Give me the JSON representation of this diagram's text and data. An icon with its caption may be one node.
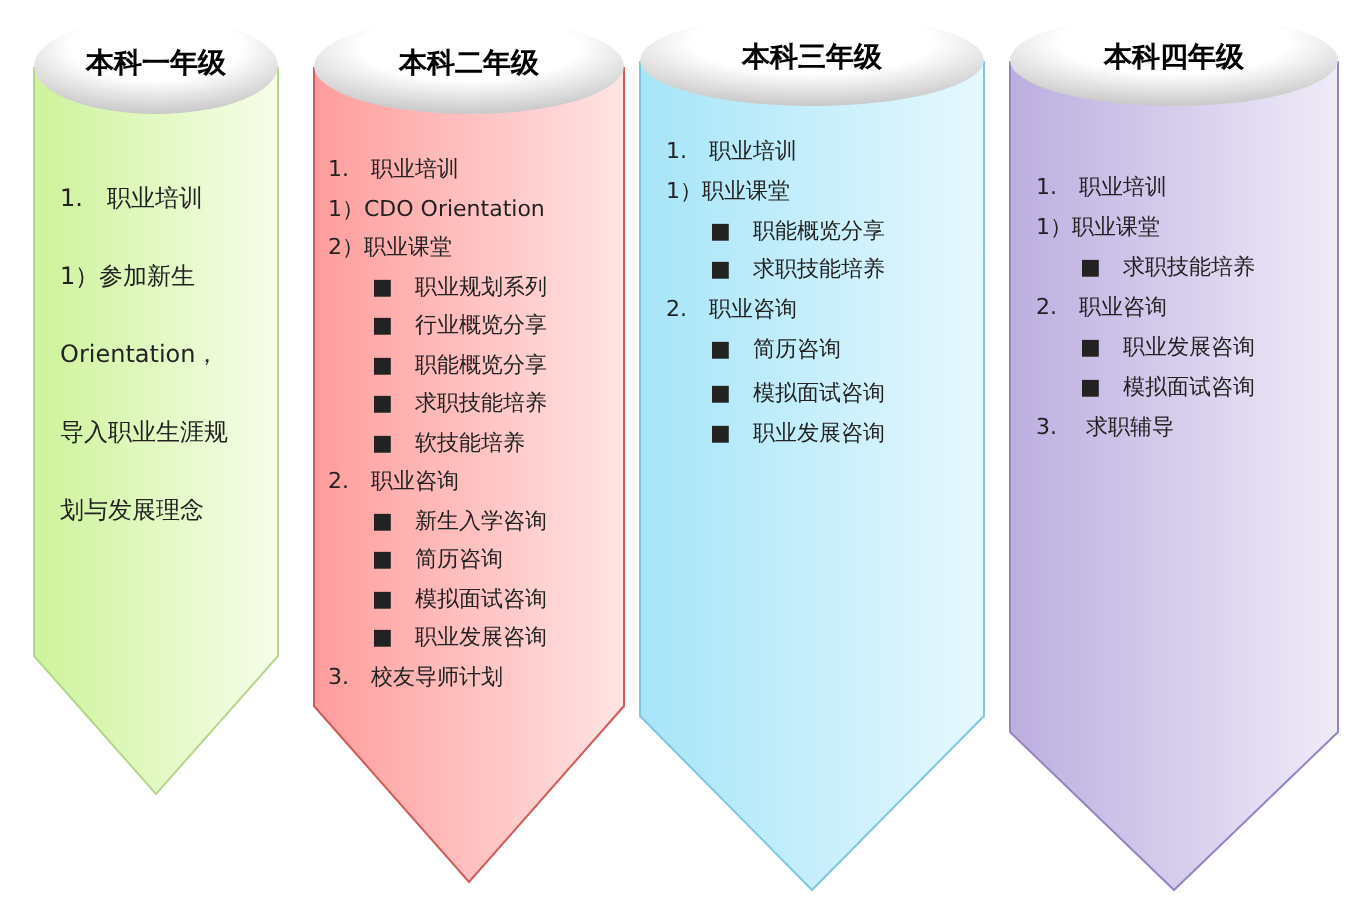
{
  "diagram": {
    "nodes": [
      {
        "text": [
          "本科一年级"
        ]
      },
      {
        "text": [
          "1.　职业培训",
          "1）参加新生Orientation，导入职业生涯规划与发展理念"
        ]
      },
      {
        "text": [
          "本科二年级"
        ]
      },
      {
        "text": [
          "1.　职业培训",
          "1）CDO Orientation",
          "2）职业课堂",
          "■　职业规划系列",
          "■　行业概览分享",
          "■　职能概览分享",
          "■　求职技能培养",
          "■　软技能培养",
          "2.　职业咨询",
          "■　新生入学咨询",
          "■　简历咨询",
          "■　模拟面试咨询",
          "■　职业发展咨询",
          "3.　校友导师计划"
        ]
      },
      {
        "text": [
          "本科三年级"
        ]
      },
      {
        "text": [
          "1.　职业培训",
          "1）职业课堂",
          "■　职能概览分享",
          "■　求职技能培养",
          "2.　职业咨询",
          "■　简历咨询",
          "■　模拟面试咨询",
          "■　职业发展咨询"
        ]
      },
      {
        "text": [
          "本科四年级"
        ]
      },
      {
        "text": [
          "1.　职业培训",
          "1）职业课堂",
          "■　求职技能培养",
          "2.　职业咨询",
          "■　职业发展咨询",
          "■　模拟面试咨询",
          "3.　 求职辅导"
        ]
      }
    ]
  }
}
